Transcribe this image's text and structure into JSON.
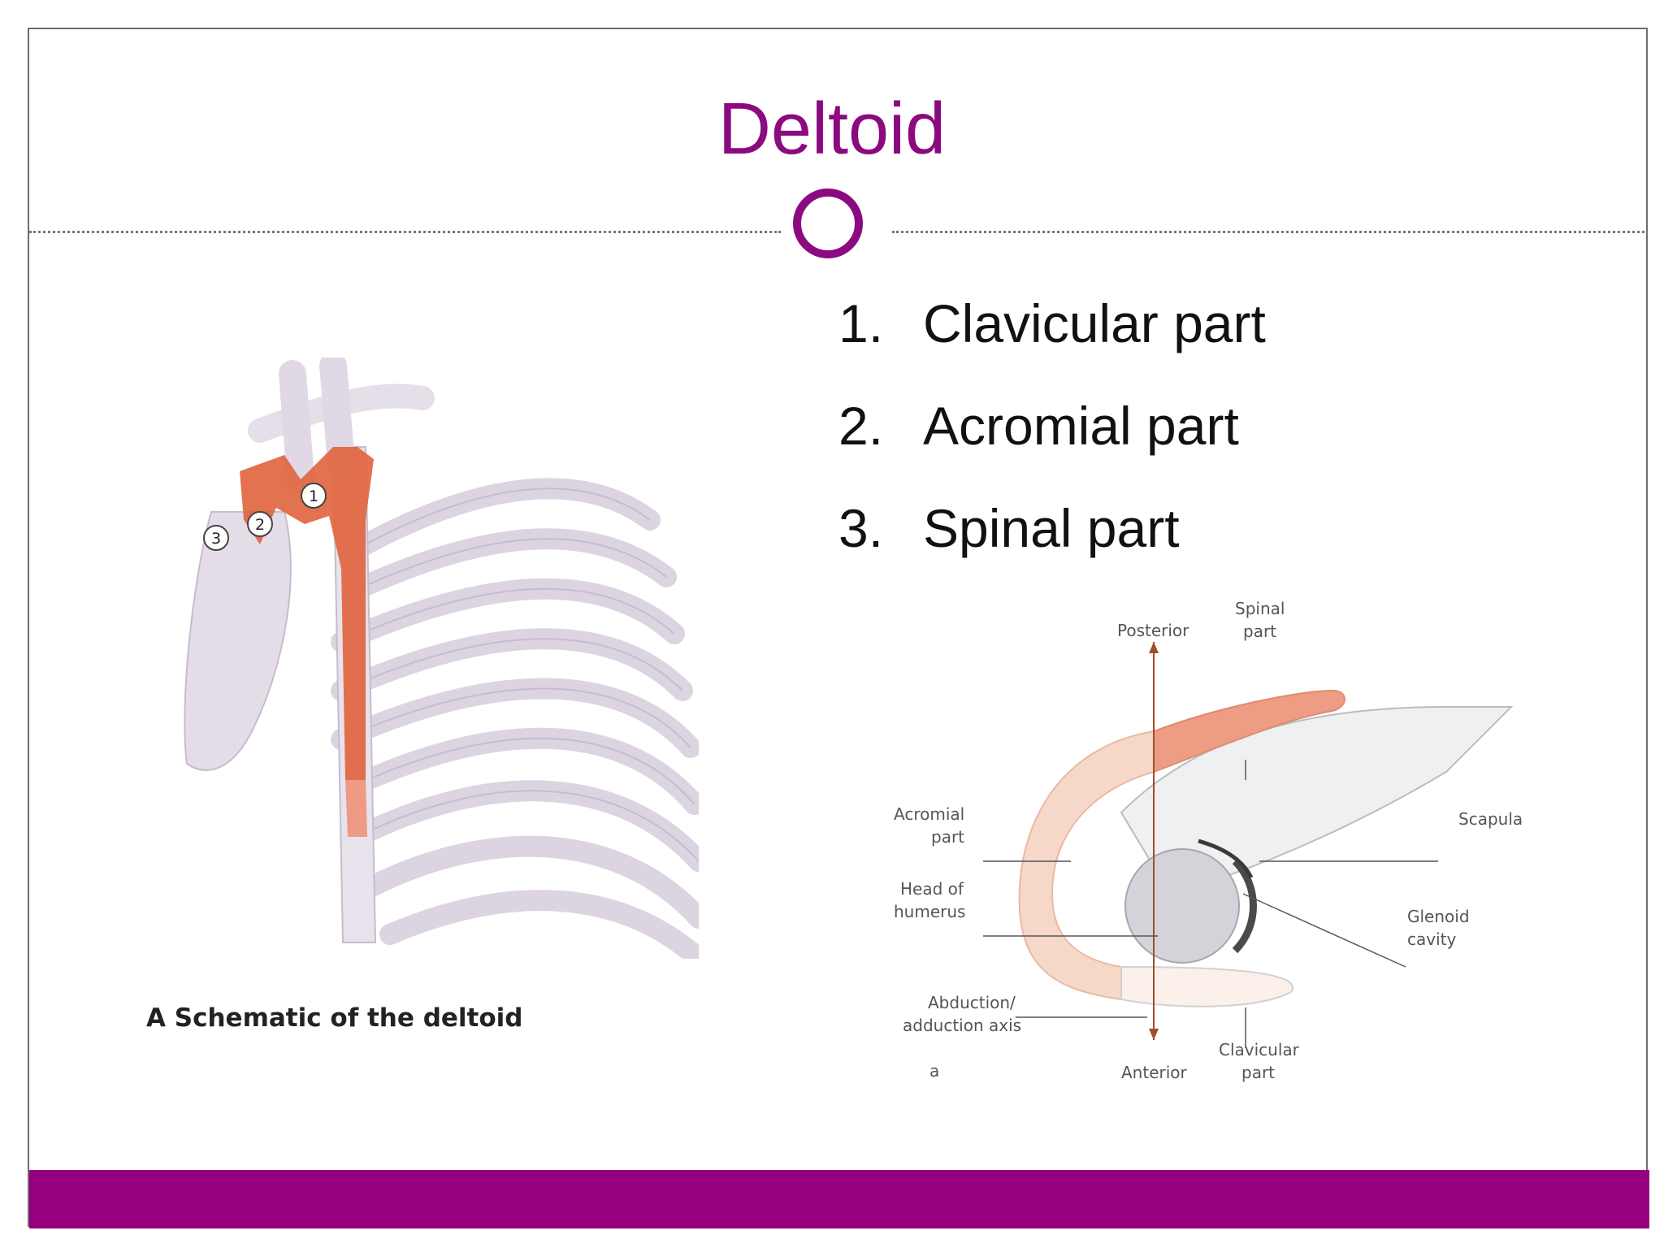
{
  "slide": {
    "title": "Deltoid",
    "parts": [
      {
        "number": "1.",
        "label": "Clavicular part"
      },
      {
        "number": "2.",
        "label": "Acromial part"
      },
      {
        "number": "3.",
        "label": "Spinal part"
      }
    ],
    "accent_color": "#8b0a7f",
    "footer_color": "#96007f",
    "muscle_color": "#e0633d"
  },
  "figure_left": {
    "markers": [
      "1",
      "2",
      "3"
    ],
    "caption": "A  Schematic of the deltoid"
  },
  "figure_right": {
    "labels": {
      "posterior": "Posterior",
      "spinal_part_1": "Spinal",
      "spinal_part_2": "part",
      "acromial_part_1": "Acromial",
      "acromial_part_2": "part",
      "head_1": "Head of",
      "head_2": "humerus",
      "axis_1": "Abduction/",
      "axis_2": "adduction axis",
      "panel_letter": "a",
      "anterior": "Anterior",
      "clavicular_1": "Clavicular",
      "clavicular_2": "part",
      "scapula": "Scapula",
      "glenoid_1": "Glenoid",
      "glenoid_2": "cavity"
    }
  }
}
